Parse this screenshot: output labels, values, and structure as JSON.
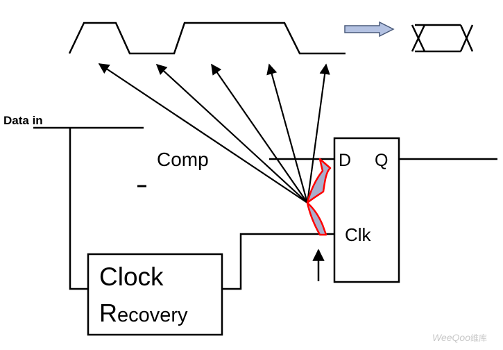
{
  "labels": {
    "data_in": "Data in",
    "comp": "Comp",
    "minus": "-",
    "d": "D",
    "q": "Q",
    "clk": "Clk",
    "clock_recovery_line1": "Clock",
    "clock_recovery_line2_first": "R",
    "clock_recovery_line2_rest": "ecovery"
  },
  "watermark": {
    "brand": "WeeQoo",
    "suffix": "维库"
  },
  "colors": {
    "line": "#000000",
    "highlight_stroke": "#ff0000",
    "highlight_fill": "#a9aecb",
    "arrow_fill": "#b4c2e2",
    "arrow_stroke": "#4a5a7a",
    "watermark": "#c8c8c8"
  }
}
